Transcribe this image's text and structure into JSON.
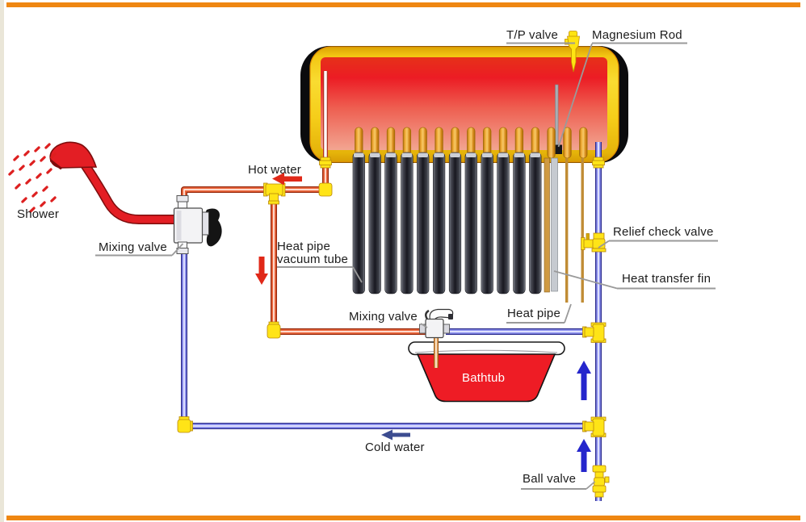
{
  "diagram": {
    "labels": {
      "tp_valve": "T/P valve",
      "magnesium_rod": "Magnesium Rod",
      "hot_water": "Hot water",
      "shower": "Shower",
      "mixing_valve_shower": "Mixing valve",
      "heat_pipe_vacuum_tube_line1": "Heat pipe",
      "heat_pipe_vacuum_tube_line2": "vacuum tube",
      "mixing_valve_bathtub": "Mixing valve",
      "bathtub": "Bathtub",
      "relief_check_valve": "Relief check valve",
      "heat_transfer_fin": "Heat transfer fin",
      "heat_pipe": "Heat pipe",
      "cold_water": "Cold water",
      "ball_valve": "Ball valve"
    },
    "counts": {
      "vacuum_tubes": 12,
      "heat_pipe_condensers": 15
    },
    "colors": {
      "frame_orange": "#ef8712",
      "tank_shell_yellow": "#f6cf1e",
      "tank_core_red": "#ed1c24",
      "hot_pipe": "#ee6a40",
      "cold_pipe": "#9094f0",
      "fitting_yellow": "#ffe417",
      "bathtub_red": "#ee1c25",
      "spray_red": "#dd1f1f"
    }
  }
}
